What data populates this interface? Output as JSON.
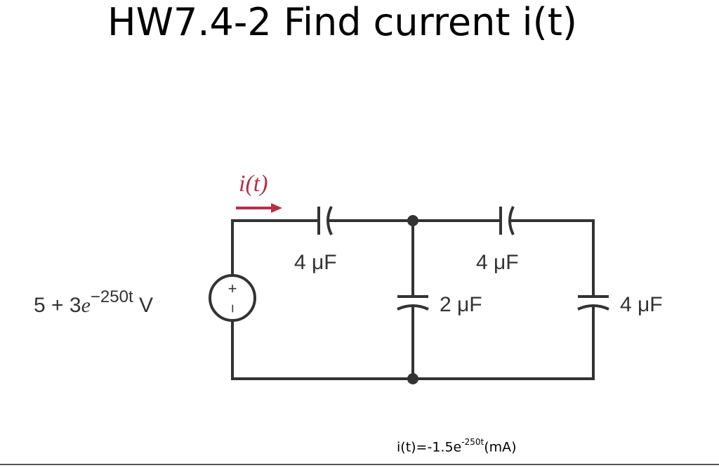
{
  "title": "HW7.4-2 Find current i(t)",
  "colors": {
    "wire": "#333333",
    "current_arrow": "#b5314a",
    "text": "#333333"
  },
  "circuit": {
    "current_label": "i(t)",
    "source": {
      "label_prefix": "5 + 3",
      "label_e": "e",
      "label_exp": "−250t",
      "label_unit": " V",
      "plus": "+",
      "minus": "−"
    },
    "capacitors": {
      "c1": "4 μF",
      "c2": "4 μF",
      "c3": "2 μF",
      "c4": "4 μF"
    }
  },
  "answer": {
    "prefix": "i(t)=-1.5e",
    "exponent": "-250t",
    "suffix": "(mA)"
  }
}
